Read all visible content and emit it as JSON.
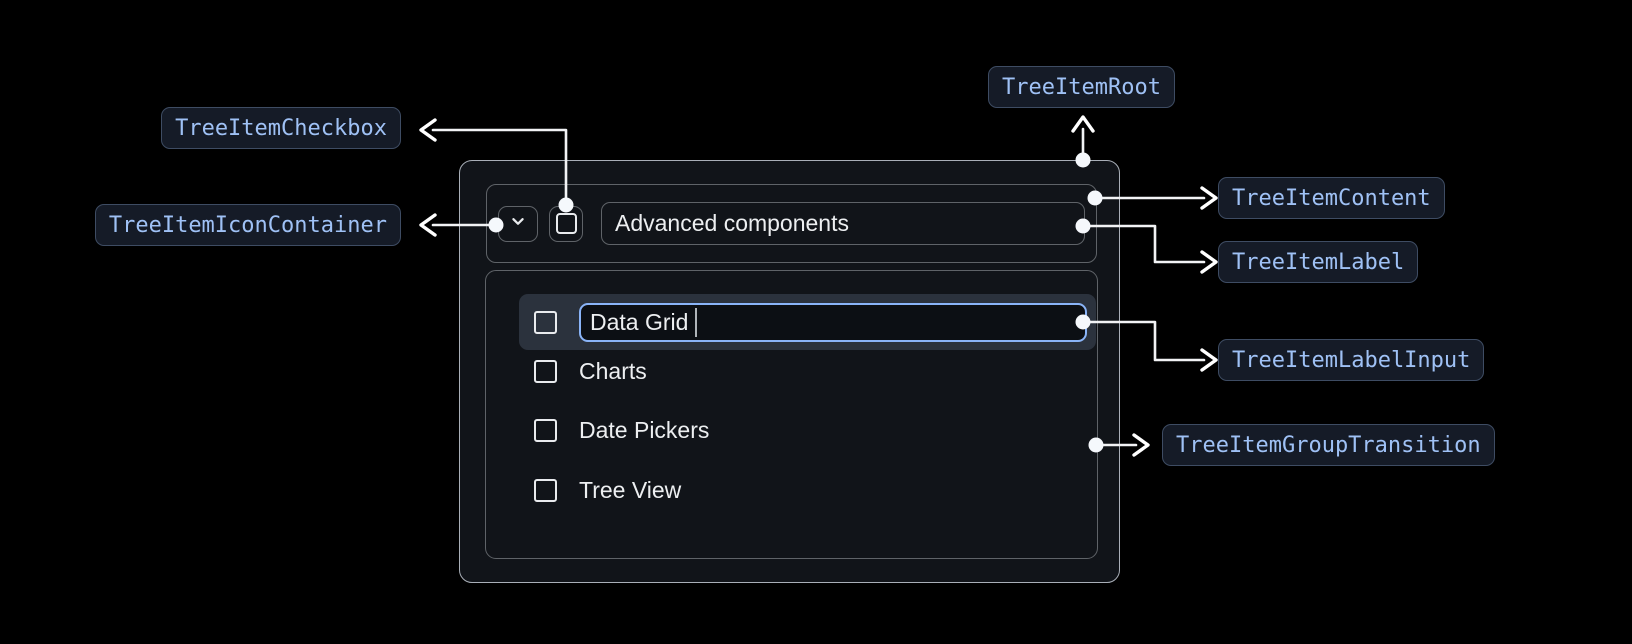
{
  "annotations": {
    "tree_item_checkbox": "TreeItemCheckbox",
    "tree_item_icon_container": "TreeItemIconContainer",
    "tree_item_root": "TreeItemRoot",
    "tree_item_content": "TreeItemContent",
    "tree_item_label": "TreeItemLabel",
    "tree_item_label_input": "TreeItemLabelInput",
    "tree_item_group_transition": "TreeItemGroupTransition"
  },
  "tree": {
    "parent_item": {
      "label": "Advanced components",
      "expanded": true,
      "expand_icon": "chevron-down-icon",
      "checkbox_checked": false
    },
    "editing_item": {
      "input_value": "Data Grid",
      "caret_visible": true,
      "checkbox_checked": false
    },
    "items": [
      {
        "label": "Charts",
        "checkbox_checked": false
      },
      {
        "label": "Date Pickers",
        "checkbox_checked": false
      },
      {
        "label": "Tree View",
        "checkbox_checked": false
      }
    ]
  },
  "colors": {
    "page_background": "#000000",
    "root_border": "#A9AFB8",
    "inner_border": "#5F6368",
    "badge_background": "#151B27",
    "badge_border": "#3E4C63",
    "badge_text": "#9FC1F5",
    "selected_row_background": "#2B323D",
    "input_focus_border": "#8AB4F8",
    "text": "#EDEFF1",
    "connector": "#F2F3F5"
  }
}
